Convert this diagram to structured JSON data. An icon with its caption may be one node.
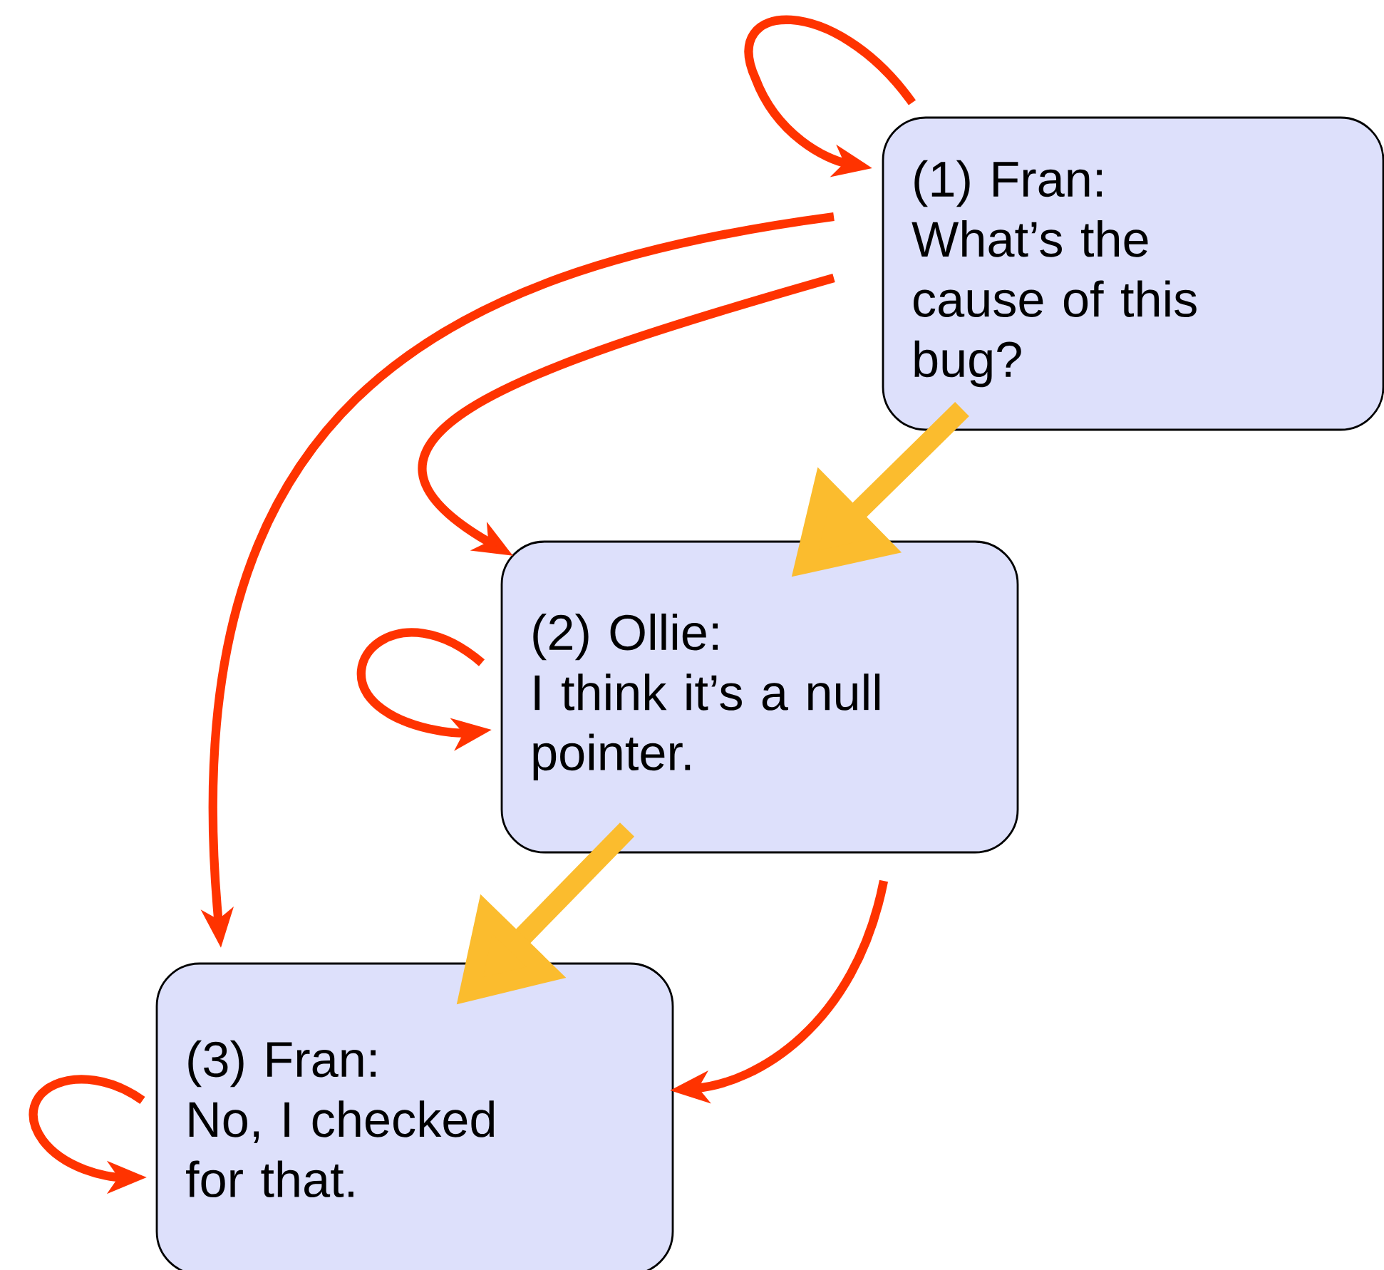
{
  "diagram": {
    "nodes": [
      {
        "text": [
          "(1) Fran:",
          "What’s the cause of this bug?"
        ]
      },
      {
        "text": [
          "(2) Ollie:",
          "I think it’s a null pointer."
        ]
      },
      {
        "text": [
          "(3) Fran:",
          "No, I checked for that."
        ]
      }
    ],
    "edges": [
      {
        "from": 0,
        "to": 0,
        "arrow": "to"
      },
      {
        "from": 0,
        "to": 1,
        "arrow": "to",
        "style": "thick",
        "color": "#fbbc2e"
      },
      {
        "from": 0,
        "to": 1,
        "arrow": "to"
      },
      {
        "from": 0,
        "to": 2,
        "arrow": "to"
      },
      {
        "from": 1,
        "to": 1,
        "arrow": "to"
      },
      {
        "from": 1,
        "to": 2,
        "arrow": "to",
        "style": "thick",
        "color": "#fbbc2e"
      },
      {
        "from": 1,
        "to": 2,
        "arrow": "to"
      },
      {
        "from": 2,
        "to": 2,
        "arrow": "to"
      }
    ]
  }
}
